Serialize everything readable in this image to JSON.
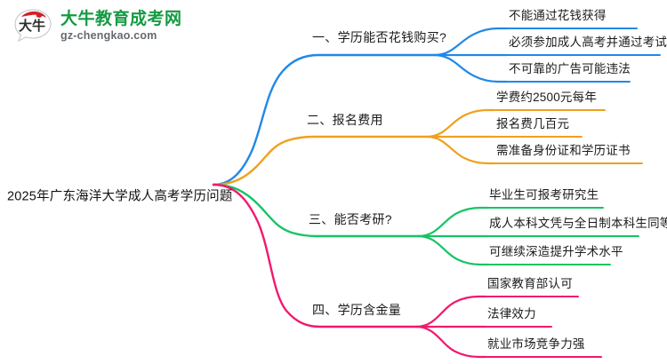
{
  "logo": {
    "mark_label": "大牛",
    "title": "大牛教育成考网",
    "domain": "gz-chengkao.com",
    "brand_green": "#159a43",
    "brand_red": "#d42027"
  },
  "mindmap": {
    "root": {
      "label": "2025年广东海洋大学成人高考学历问题"
    },
    "branches": [
      {
        "label": "一、学历能否花钱购买?",
        "color": "#2288e8",
        "children": [
          {
            "label": "不能通过花钱获得"
          },
          {
            "label": "必须参加成人高考并通过考试"
          },
          {
            "label": "不可靠的广告可能违法"
          }
        ]
      },
      {
        "label": "二、报名费用",
        "color": "#f0a01e",
        "children": [
          {
            "label": "学费约2500元每年"
          },
          {
            "label": "报名费几百元"
          },
          {
            "label": "需准备身份证和学历证书"
          }
        ]
      },
      {
        "label": "三、能否考研?",
        "color": "#16c464",
        "children": [
          {
            "label": "毕业生可报考研究生"
          },
          {
            "label": "成人本科文凭与全日制本科生同等"
          },
          {
            "label": "可继续深造提升学术水平"
          }
        ]
      },
      {
        "label": "四、学历含金量",
        "color": "#f2186e",
        "children": [
          {
            "label": "国家教育部认可"
          },
          {
            "label": "法律效力"
          },
          {
            "label": "就业市场竞争力强"
          }
        ]
      }
    ]
  }
}
